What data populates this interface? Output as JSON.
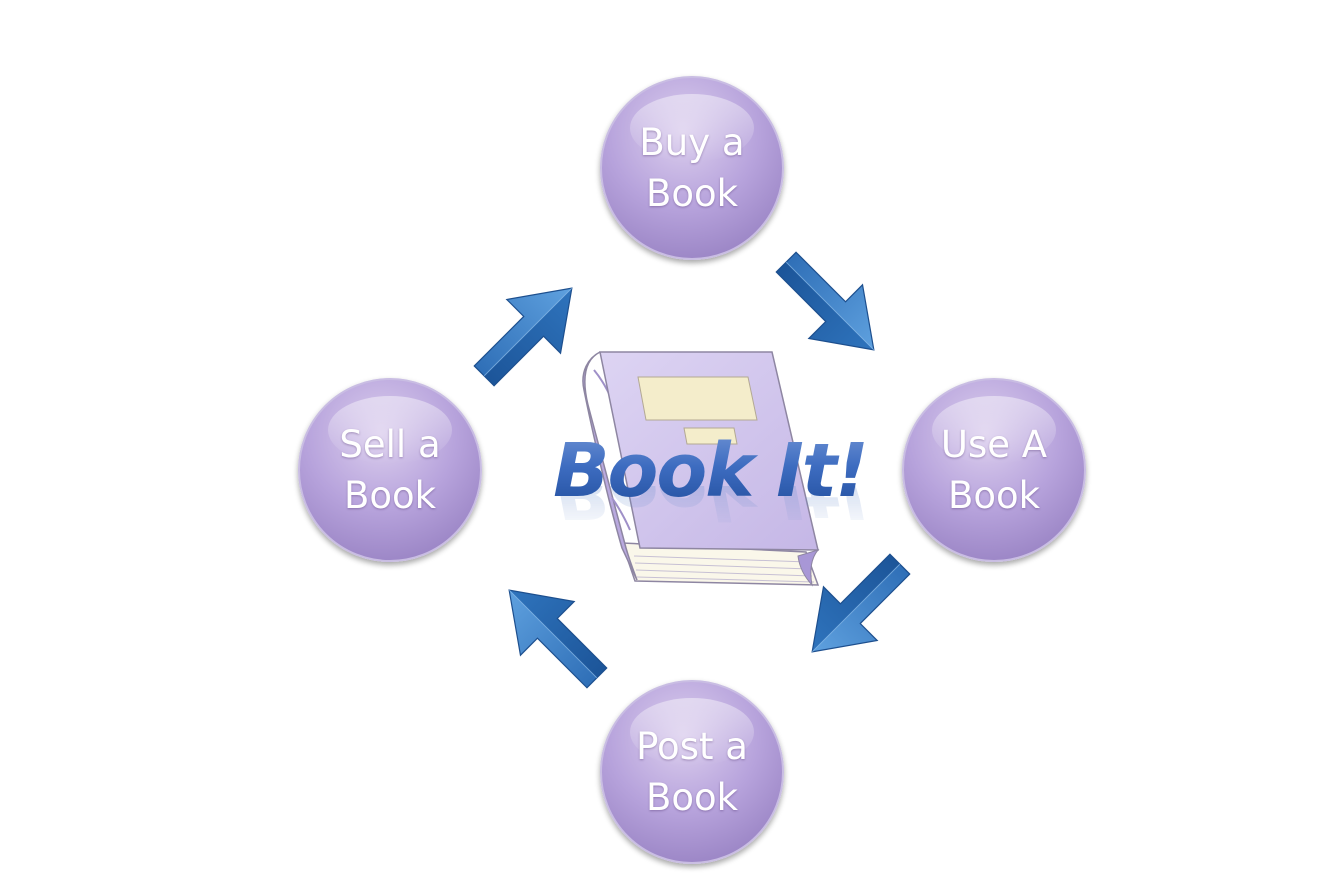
{
  "diagram": {
    "title": "Book It!",
    "nodes": [
      {
        "id": "buy",
        "label": "Buy a\nBook"
      },
      {
        "id": "use",
        "label": "Use A\nBook"
      },
      {
        "id": "post",
        "label": "Post a\nBook"
      },
      {
        "id": "sell",
        "label": "Sell a\nBook"
      }
    ],
    "center_icon": "book-icon",
    "arrow_icon": "arrow-icon",
    "colors": {
      "circle_light": "#d8c9ec",
      "circle_dark": "#9a84c4",
      "arrow": "#3b7fc4",
      "book_cover": "#d7cdef",
      "book_label": "#f3ecc9",
      "title": "#3a69b8"
    }
  }
}
